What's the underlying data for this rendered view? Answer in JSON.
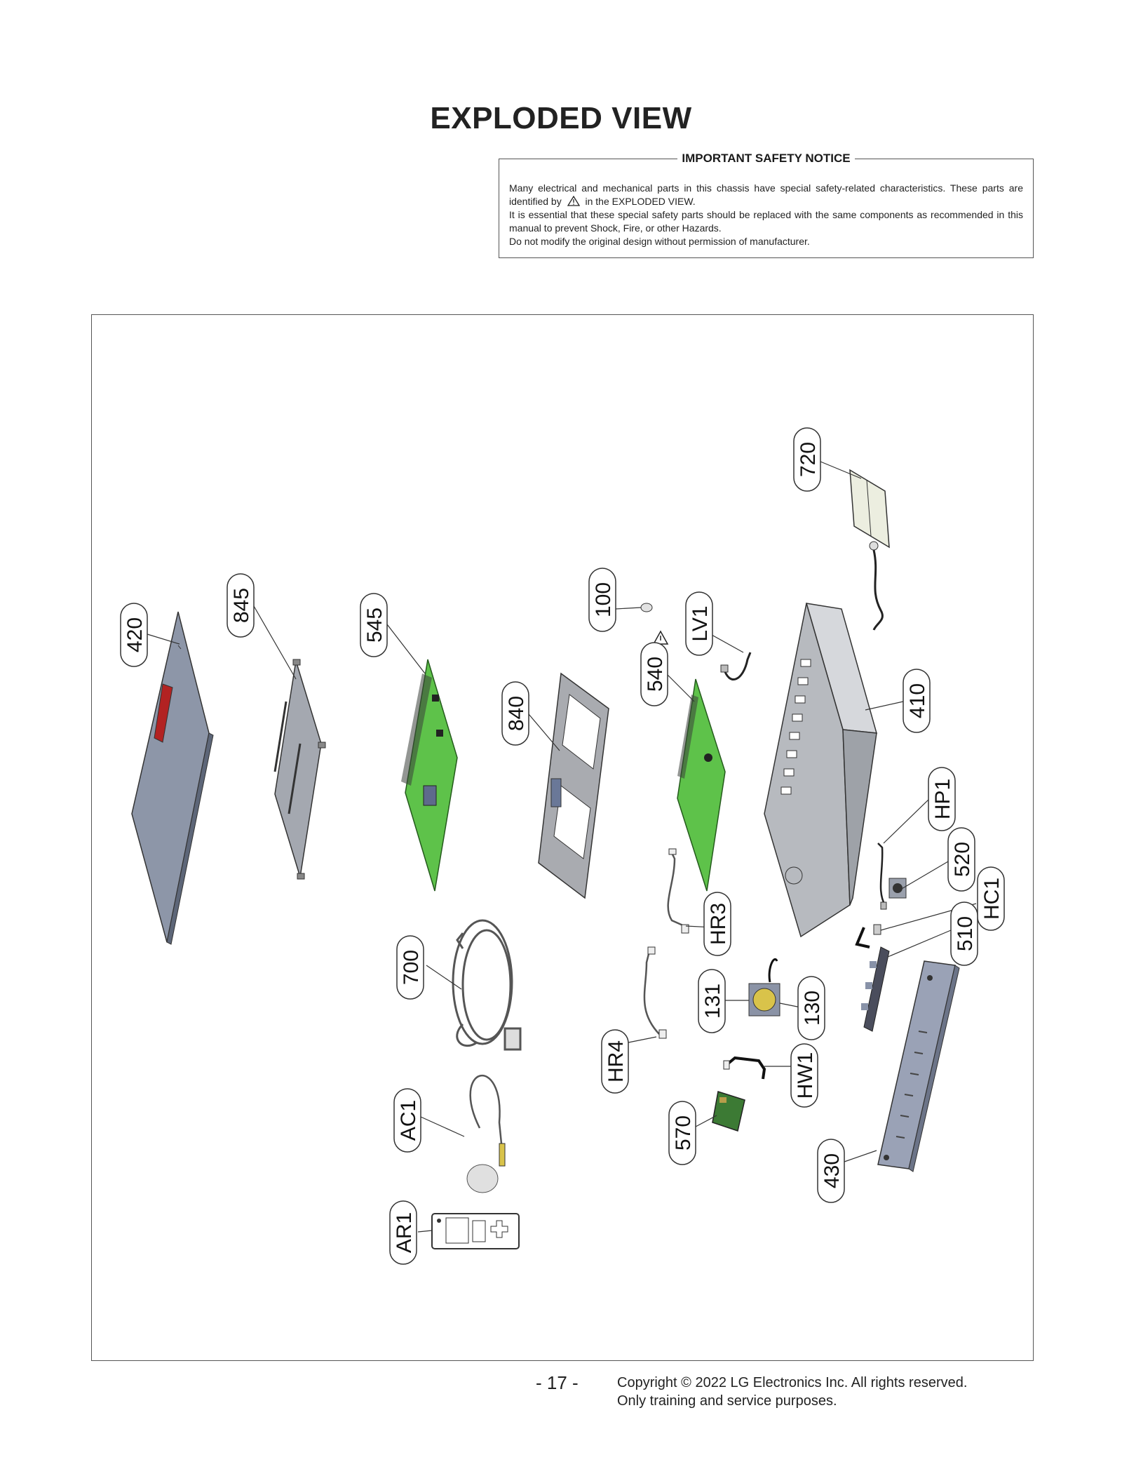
{
  "page": {
    "title": "EXPLODED VIEW",
    "page_number": "- 17 -",
    "copyright_line1": "Copyright © 2022 LG Electronics Inc. All rights reserved.",
    "copyright_line2": "Only training and service purposes."
  },
  "safety_notice": {
    "heading": "IMPORTANT SAFETY NOTICE",
    "line1": "Many electrical and mechanical parts in this chassis have special safety-related characteristics. These parts are identified by",
    "line1_end": "in the EXPLODED VIEW.",
    "line2": "It is essential that these special safety parts should be replaced with the same components as recommended in this manual to prevent Shock, Fire, or other Hazards.",
    "line3": "Do not modify the original design without permission of manufacturer."
  },
  "parts": {
    "p420": "420",
    "p845": "845",
    "p545": "545",
    "p840": "840",
    "p100": "100",
    "pLV1": "LV1",
    "p540": "540",
    "p720": "720",
    "p410": "410",
    "pHP1": "HP1",
    "p520": "520",
    "pHC1": "HC1",
    "p510": "510",
    "p700": "700",
    "pHR3": "HR3",
    "p131": "131",
    "p130": "130",
    "pHR4": "HR4",
    "pHW1": "HW1",
    "p570": "570",
    "p430": "430",
    "pAC1": "AC1",
    "pAR1": "AR1"
  },
  "colors": {
    "pcb_green": "#5ec24a",
    "panel_gray": "#8d96a8",
    "metal_gray": "#a9abb0",
    "warning_red": "#b22222"
  }
}
